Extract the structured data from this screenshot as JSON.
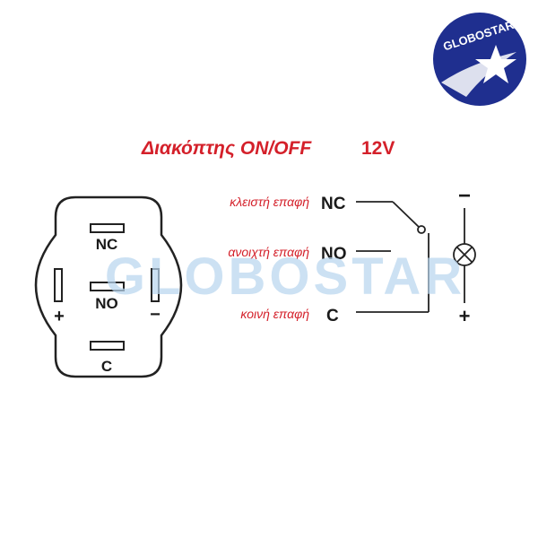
{
  "title": {
    "text": "Διακόπτης ON/OFF",
    "voltage": "12V",
    "color": "#d4202a"
  },
  "logo": {
    "text": "GLOBOSTAR",
    "watermark_text": "GLOBOSTAR",
    "circle_color": "#1f2f8f",
    "watermark_color": "#b8d6ee"
  },
  "switch_body": {
    "terminals": {
      "nc": "NC",
      "no": "NO",
      "c": "C",
      "plus": "+",
      "minus": "−"
    }
  },
  "wiring": {
    "labels": {
      "closed_contact": "κλειστή επαφή",
      "open_contact": "ανοιχτή επαφή",
      "common_contact": "κοινή επαφή"
    },
    "terminals": {
      "nc": "NC",
      "no": "NO",
      "c": "C"
    },
    "lamp_minus": "−",
    "lamp_plus": "+"
  },
  "colors": {
    "label_red": "#d4202a",
    "line": "#222222",
    "text": "#1a1a1a"
  }
}
